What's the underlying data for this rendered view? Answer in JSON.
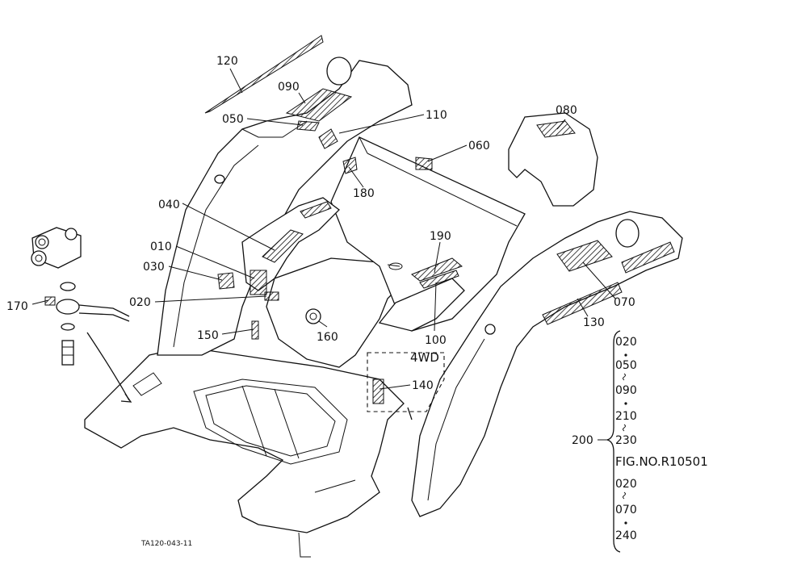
{
  "callouts": {
    "c120": "120",
    "c090": "090",
    "c050": "050",
    "c110": "110",
    "c080": "080",
    "c060": "060",
    "c180": "180",
    "c040": "040",
    "c010": "010",
    "c030": "030",
    "c020": "020",
    "c170": "170",
    "c190": "190",
    "c160": "160",
    "c150": "150",
    "c100": "100",
    "c140": "140",
    "c070": "070",
    "c130": "130",
    "c200": "200"
  },
  "variant_box_label": "4WD",
  "drawing_code": "TA120-043-11",
  "range_list": {
    "r1": "020",
    "r2": "050",
    "r3": "090",
    "r4": "210",
    "r5": "230",
    "fig_ref": "FIG.NO.R10501",
    "r6": "020",
    "r7": "070",
    "r8": "240"
  }
}
